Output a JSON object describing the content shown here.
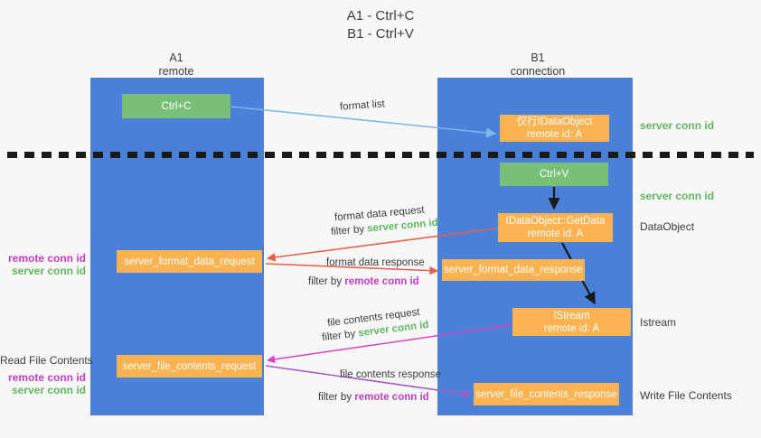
{
  "title": {
    "line1": "A1 - Ctrl+C",
    "line2": "B1 - Ctrl+V"
  },
  "columns": {
    "left": {
      "name": "A1",
      "sub": "remote"
    },
    "right": {
      "name": "B1",
      "sub": "connection"
    }
  },
  "nodes": {
    "ctrl_c": {
      "label": "Ctrl+C"
    },
    "idataobject": {
      "line1": "仅行IDataObject",
      "line2": "remote id: A"
    },
    "ctrl_v": {
      "label": "Ctrl+V"
    },
    "getdata": {
      "line1": "IDataObject::GetData",
      "line2": "remote id: A"
    },
    "server_format_data_request": {
      "label": "server_format_data_request"
    },
    "server_format_data_response": {
      "label": "server_format_data_response"
    },
    "istream": {
      "line1": "IStream",
      "line2": "remote id: A"
    },
    "server_file_contents_request": {
      "label": "server_file_contents_request"
    },
    "server_file_contents_response": {
      "label": "server_file_contents_response"
    }
  },
  "side_labels": {
    "server_conn_id_1": "server conn id",
    "server_conn_id_2": "server conn id",
    "dataobject": "DataObject",
    "istream": "Istream",
    "write_file_contents": "Write File Contents"
  },
  "left_labels": {
    "remote_conn_id_1": "remote conn id",
    "server_conn_id_1": "server conn id",
    "read_file_contents": "Read File Contents",
    "remote_conn_id_2": "remote conn id",
    "server_conn_id_2": "server conn id"
  },
  "edge_labels": {
    "format_list": "format list",
    "format_data_request": "format data request",
    "format_data_request_filter_prefix": "filter by ",
    "format_data_request_filter_key": "server conn id",
    "format_data_response": "format data response",
    "format_data_response_filter_prefix": "filter by ",
    "format_data_response_filter_key": "remote conn id",
    "file_contents_request": "file contents request",
    "file_contents_request_filter_prefix": "filter by ",
    "file_contents_request_filter_key": "server conn id",
    "file_contents_response": "file contents response",
    "file_contents_response_filter_prefix": "filter by ",
    "file_contents_response_filter_key": "remote conn id"
  },
  "colors": {
    "lane": "#4a80d8",
    "green_node": "#78c078",
    "orange_node": "#fbb250",
    "server_conn_id": "#5fb85f",
    "remote_conn_id": "#c23ec2",
    "arrow_blue": "#7cb8e8",
    "arrow_red": "#e8604c",
    "arrow_magenta": "#e040c0",
    "arrow_purple": "#a855c8",
    "arrow_black": "#1a1a1a",
    "background": "#f7f7f7"
  }
}
